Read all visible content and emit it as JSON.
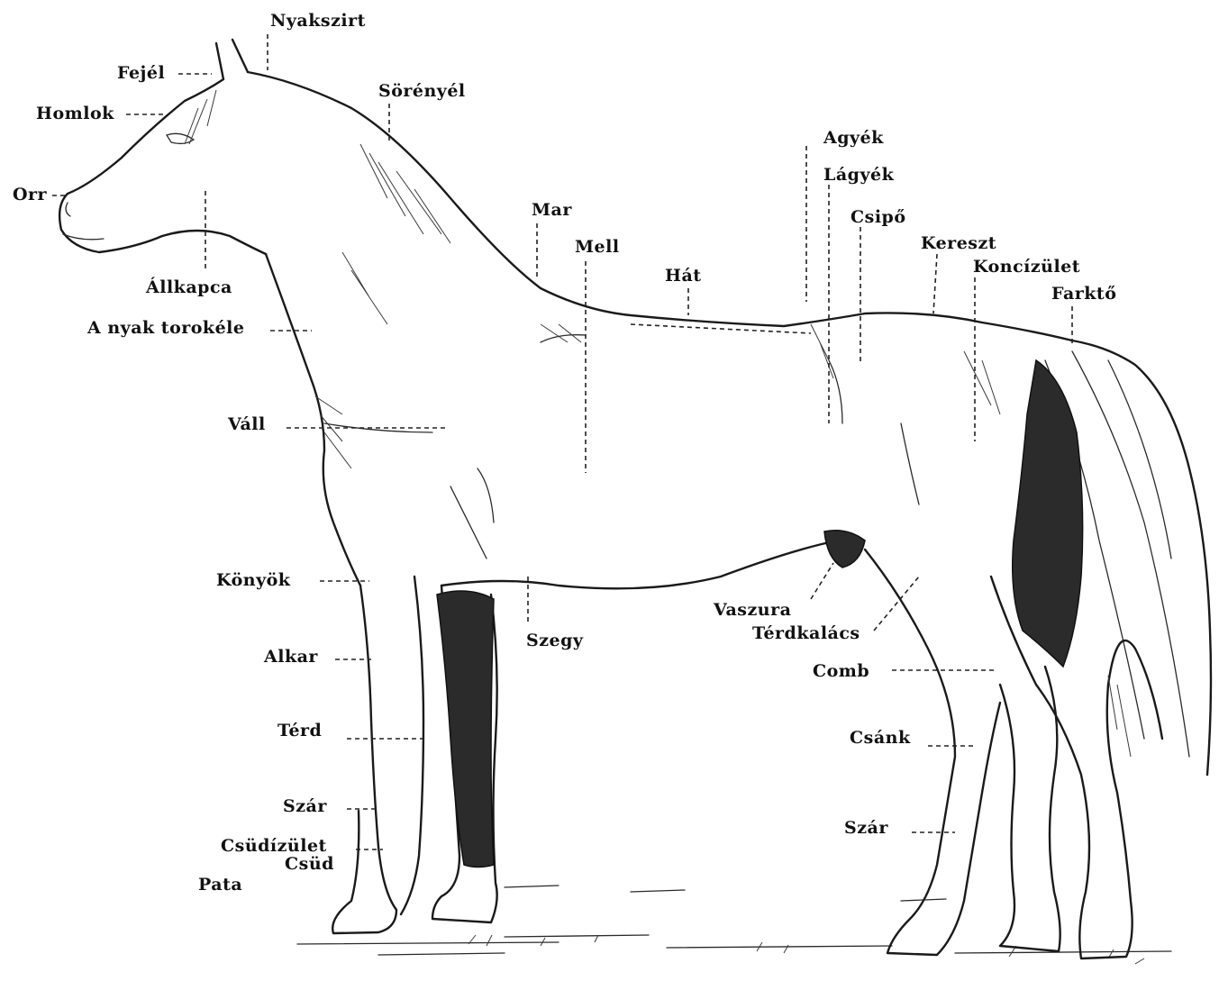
{
  "labels": {
    "nyakszirt": "Nyakszirt",
    "fejel": "Fejél",
    "homlok": "Homlok",
    "orr": "Orr",
    "sorenyel": "Sörényél",
    "allkapca": "Állkapca",
    "torokele": "A nyak torokéle",
    "vall": "Váll",
    "mar": "Mar",
    "mell": "Mell",
    "hat": "Hát",
    "agyek": "Agyék",
    "lagyek": "Lágyék",
    "csipo": "Csipő",
    "kereszt": "Kereszt",
    "koncizulet": "Koncízület",
    "farkto": "Farktő",
    "konyok": "Könyök",
    "szegy": "Szegy",
    "vaszura": "Vaszura",
    "terdkalacs": "Térdkalács",
    "comb": "Comb",
    "alkar": "Alkar",
    "terd": "Térd",
    "csank": "Csánk",
    "szar_front": "Szár",
    "szar_hind": "Szár",
    "csudizulet": "Csüdízület",
    "csud": "Csüd",
    "pata": "Pata"
  }
}
